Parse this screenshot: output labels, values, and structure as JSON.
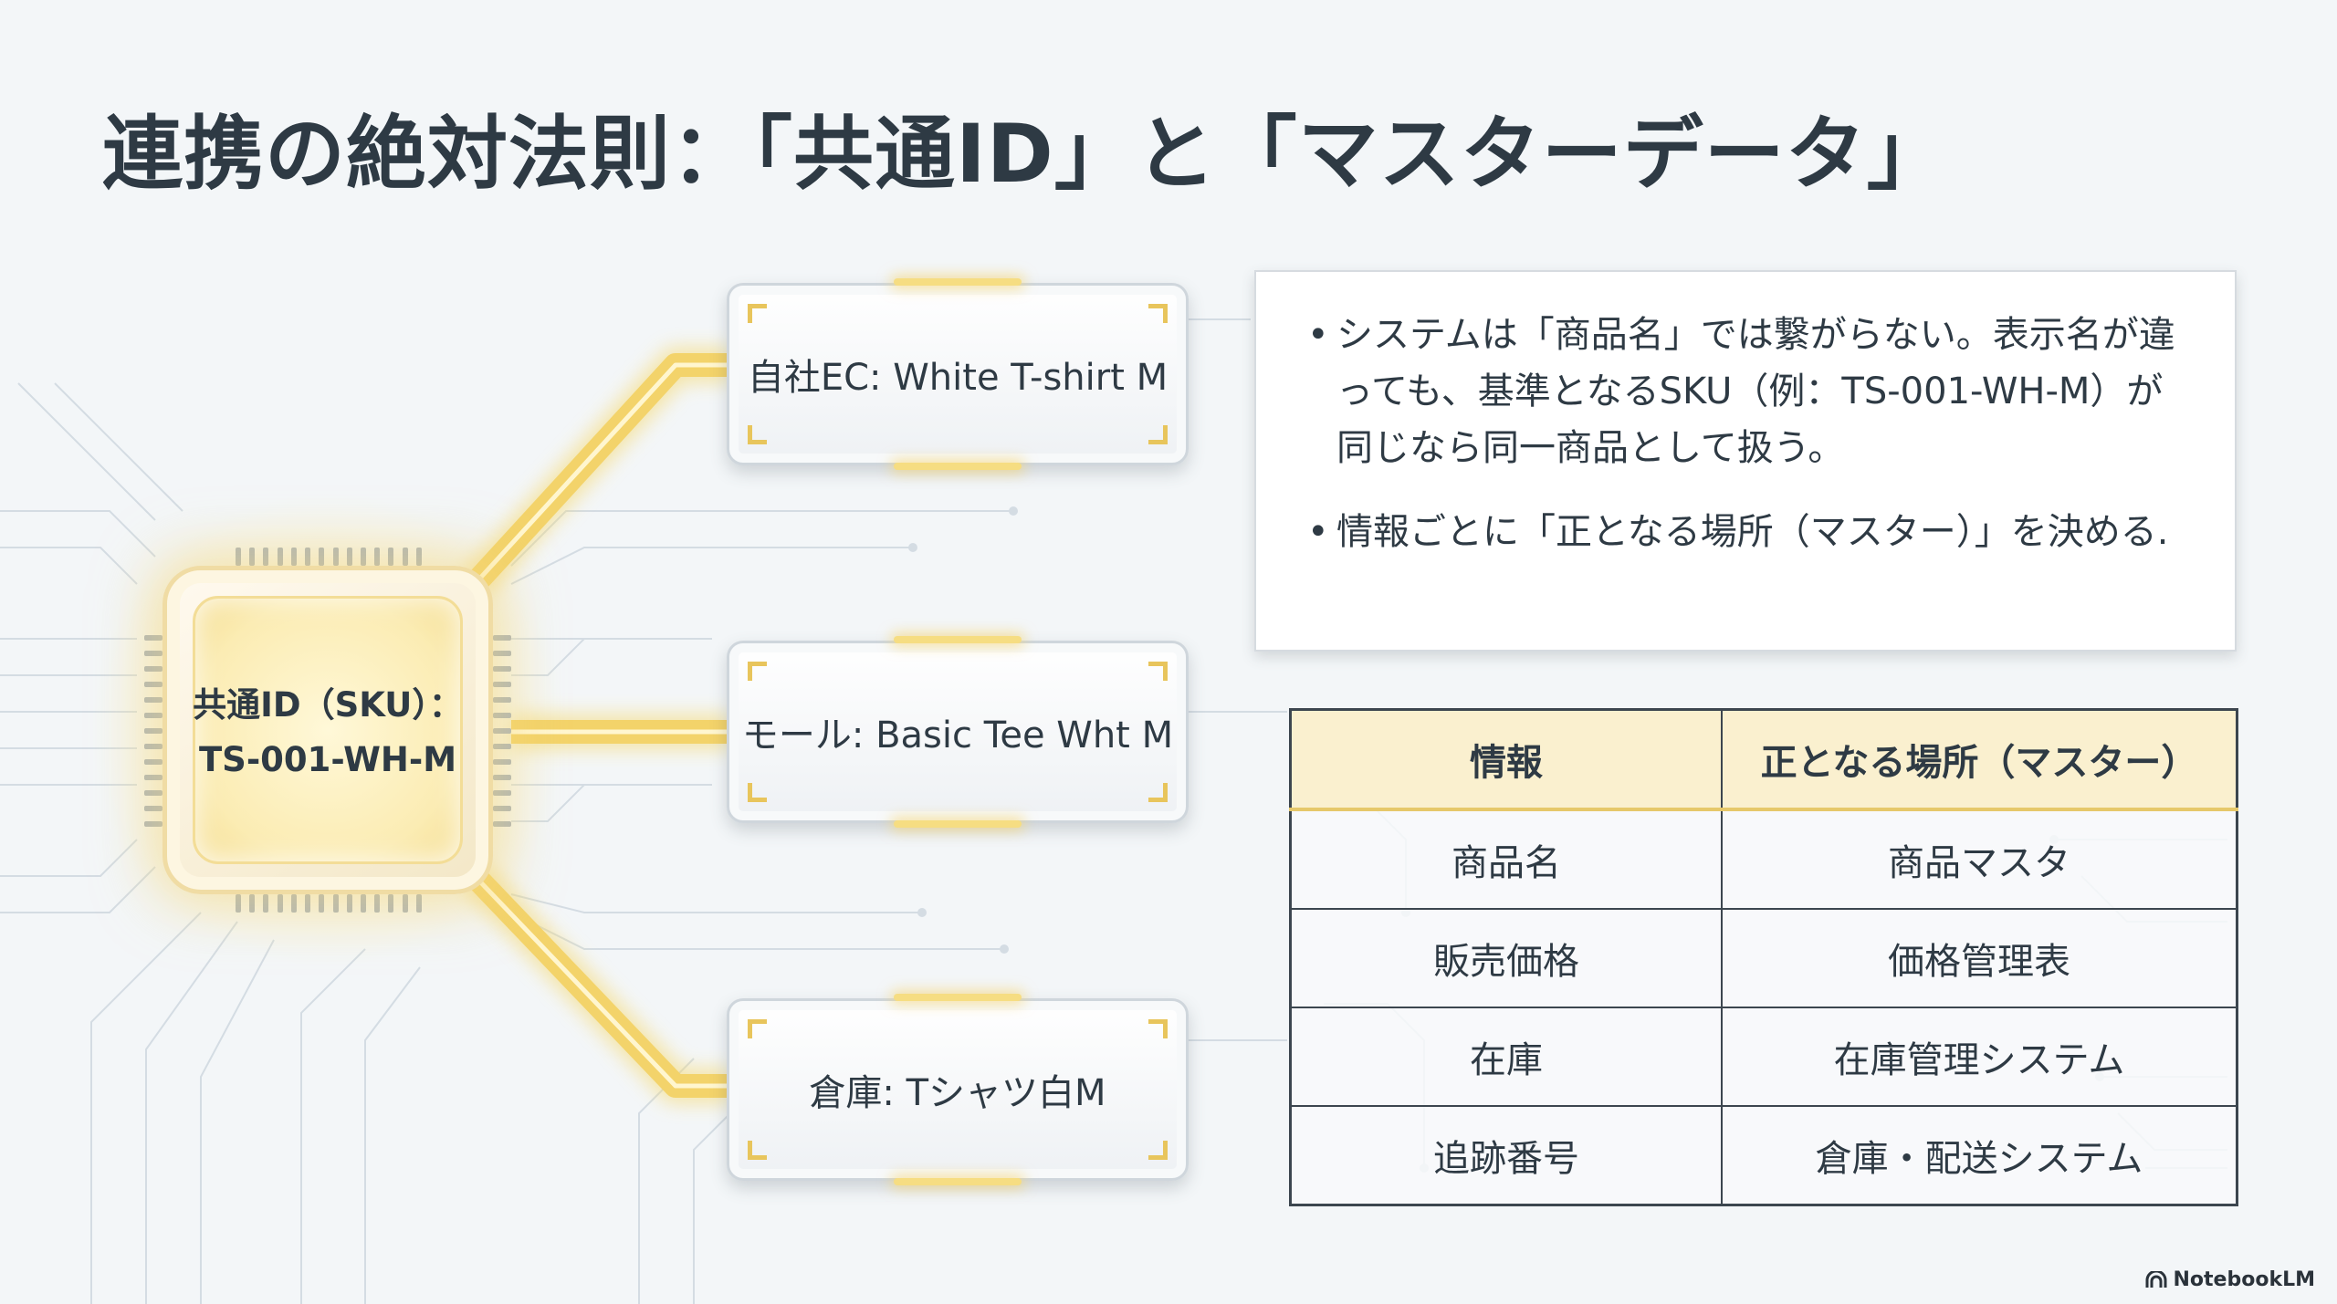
{
  "slide": {
    "title": "連携の絶対法則：「共通ID」と「マスターデータ」"
  },
  "diagram": {
    "hub": {
      "line1": "共通ID（SKU）：",
      "line2": "TS-001-WH-M"
    },
    "nodes": [
      {
        "label": "自社EC: White T-shirt M"
      },
      {
        "label": "モール: Basic Tee Wht M"
      },
      {
        "label": "倉庫: Tシャツ白M"
      }
    ],
    "accent_color": "#f3d36a"
  },
  "notes": {
    "bullets": [
      "システムは「商品名」では繋がらない。表示名が違っても、基準となるSKU（例：TS-001-WH-M）が同じなら同一商品として扱う。",
      "情報ごとに「正となる場所（マスター）」を決める."
    ]
  },
  "table": {
    "headers": [
      "情報",
      "正となる場所（マスター）"
    ],
    "rows": [
      [
        "商品名",
        "商品マスタ"
      ],
      [
        "販売価格",
        "価格管理表"
      ],
      [
        "在庫",
        "在庫管理システム"
      ],
      [
        "追跡番号",
        "倉庫・配送システム"
      ]
    ],
    "header_color": "#faf0cf"
  },
  "footer": {
    "brand": "NotebookLM",
    "brand_icon": "notebooklm-logo-icon"
  }
}
